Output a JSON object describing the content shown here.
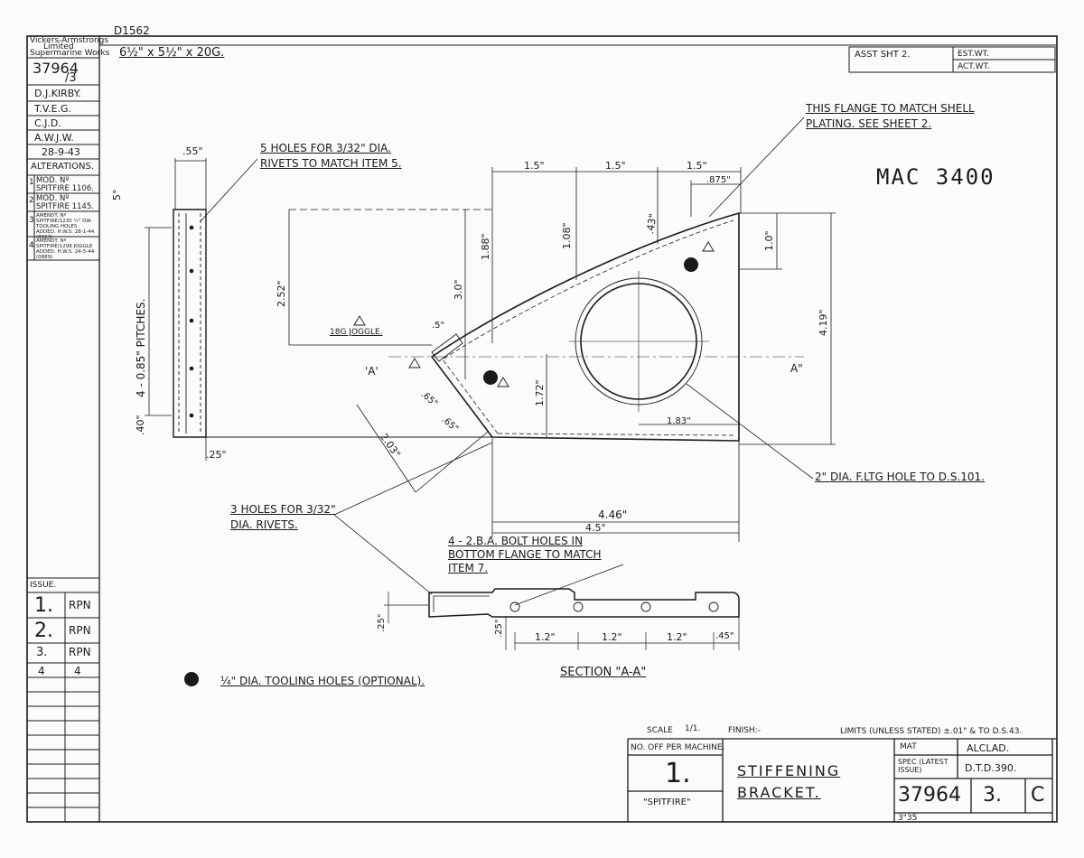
{
  "drawing_ref": "D1562",
  "material_size": "6½\" x 5½\" x 20G.",
  "side_block": {
    "company": [
      "Vickers-Armstrongs",
      "Limited",
      "Supermarine Works"
    ],
    "drawing_no": "37964",
    "sheet": "/3",
    "names": [
      "D.J.KIRBY.",
      "T.V.E.G.",
      "C.J.D.",
      "A.W.J.W."
    ],
    "date": "28-9-43",
    "alterations_title": "ALTERATIONS.",
    "alterations": [
      {
        "no": "1",
        "text": "MOD. Nº SPITFIRE 1106."
      },
      {
        "no": "2",
        "text": "MOD. Nº SPITFIRE 1145."
      },
      {
        "no": "3",
        "text": "AMENDT. Nº SPITFIRE/1230 ¼\" DIA. TOOLING HOLES ADDED. H.W.S. 28-1-44 (0963)"
      },
      {
        "no": "4",
        "text": "AMENDT. Nº SPITFIRE/1298 JOGGLE ADDED. H.W.S. 24-5-44 (0889)"
      }
    ]
  },
  "issue_block": {
    "title": "ISSUE.",
    "rows": [
      {
        "issue": "1.",
        "initials": "RPN"
      },
      {
        "issue": "2.",
        "initials": "RPN"
      },
      {
        "issue": "3.",
        "initials": "RPN"
      },
      {
        "issue": "4",
        "initials": "4"
      }
    ]
  },
  "header": {
    "asst_label": "ASST SHT 2.",
    "est_wt": "EST.WT.",
    "act_wt": "ACT.WT."
  },
  "handwritten_ref": "MAC 3400",
  "notes": {
    "flange_match": "THIS FLANGE TO MATCH SHELL PLATING. SEE SHEET 2.",
    "rivet_holes_5": "5 HOLES FOR 3/32\" DIA. RIVETS TO MATCH ITEM 5.",
    "rivet_holes_3": "3 HOLES FOR 3/32\" DIA. RIVETS.",
    "bolt_holes": "4 - 2.B.A. BOLT HOLES IN BOTTOM FLANGE TO MATCH ITEM 7.",
    "lightening_hole": "2\" DIA. F.LTG HOLE TO D.S.101.",
    "joggle": "18G JOGGLE.",
    "tooling_holes": "¼\" DIA. TOOLING HOLES (OPTIONAL).",
    "section": "SECTION \"A-A\"",
    "pitches": "4 - 0.85\" PITCHES."
  },
  "dimensions": {
    "d055": ".55\"",
    "d5deg": "5°",
    "d40": ".40\"",
    "d25a": ".25\"",
    "d15a": "1.5\"",
    "d15b": "1.5\"",
    "d15c": "1.5\"",
    "d875": ".875\"",
    "d43": ".43\"",
    "d108": "1.08\"",
    "d188": "1.88\"",
    "d252": "2.52\"",
    "d30": "3.0\"",
    "d10": "1.0\"",
    "d419": "4.19\"",
    "d5j": ".5\"",
    "d65a": ".65\"",
    "d65b": ".65\"",
    "d203": "2.03\"",
    "d172": "1.72\"",
    "d183": "1.83\"",
    "d446": "4.46\"",
    "d45": "4.5\"",
    "secA_left": "'A'",
    "secA_right": "A\"",
    "s25a": ".25\"",
    "s25b": ".25\"",
    "s12a": "1.2\"",
    "s12b": "1.2\"",
    "s12c": "1.2\"",
    "s45": ".45\""
  },
  "title_block": {
    "scale_label": "SCALE",
    "scale": "1/1.",
    "finish_label": "FINISH:-",
    "limits": "LIMITS (UNLESS STATED) ±.01\" & TO D.S.43.",
    "no_off_label": "NO. OFF PER MACHINE.",
    "no_off": "1.",
    "aircraft": "\"SPITFIRE\"",
    "part_name_1": "STIFFENING",
    "part_name_2": "BRACKET.",
    "mat_label": "MAT",
    "mat": "ALCLAD.",
    "spec_label": "SPEC (LATEST ISSUE)",
    "spec": "D.T.D.390.",
    "drawing_no": "37964",
    "issue": "3.",
    "suffix": "C",
    "footnote": "3\"35"
  }
}
